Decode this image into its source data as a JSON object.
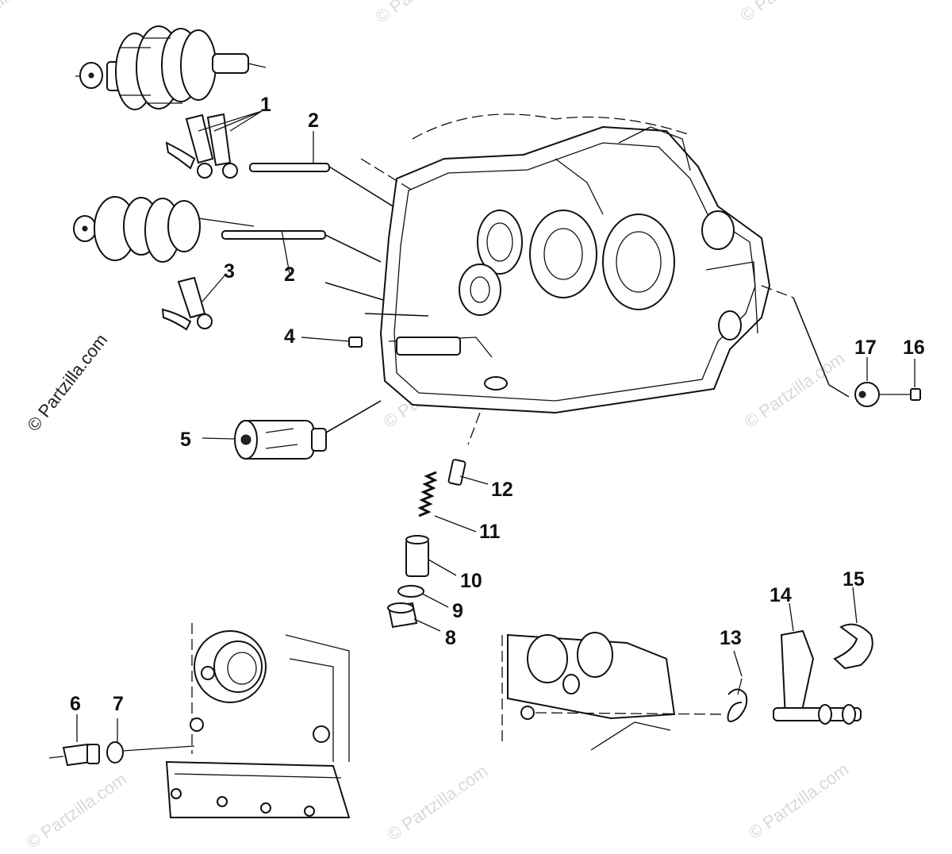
{
  "watermark": "© Partzilla.com",
  "callouts": [
    {
      "id": "c1",
      "text": "1"
    },
    {
      "id": "c2a",
      "text": "2"
    },
    {
      "id": "c2b",
      "text": "2"
    },
    {
      "id": "c3",
      "text": "3"
    },
    {
      "id": "c4",
      "text": "4"
    },
    {
      "id": "c5",
      "text": "5"
    },
    {
      "id": "c6",
      "text": "6"
    },
    {
      "id": "c7",
      "text": "7"
    },
    {
      "id": "c8",
      "text": "8"
    },
    {
      "id": "c9",
      "text": "9"
    },
    {
      "id": "c10",
      "text": "10"
    },
    {
      "id": "c11",
      "text": "11"
    },
    {
      "id": "c12",
      "text": "12"
    },
    {
      "id": "c13",
      "text": "13"
    },
    {
      "id": "c14",
      "text": "14"
    },
    {
      "id": "c15",
      "text": "15"
    },
    {
      "id": "c16",
      "text": "16"
    },
    {
      "id": "c17",
      "text": "17"
    }
  ]
}
